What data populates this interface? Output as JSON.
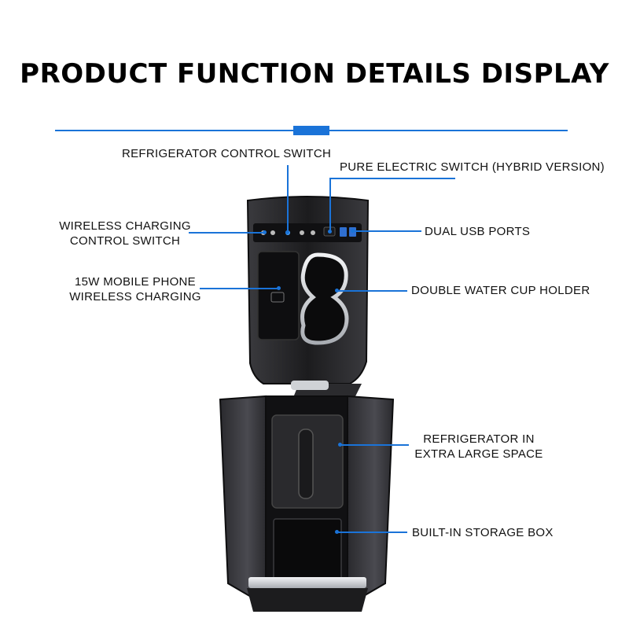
{
  "title": "PRODUCT FUNCTION DETAILS DISPLAY",
  "colors": {
    "accent": "#1a73d8",
    "body": "#1c1c1e",
    "trim": "#c9ccd1"
  },
  "labels": {
    "fridge_switch": "REFRIGERATOR CONTROL SWITCH",
    "pure_electric": "PURE ELECTRIC SWITCH (HYBRID VERSION)",
    "wireless_switch_1": "WIRELESS CHARGING",
    "wireless_switch_2": "CONTROL SWITCH",
    "usb": "DUAL USB PORTS",
    "wireless_15w_1": "15W MOBILE PHONE",
    "wireless_15w_2": "WIRELESS CHARGING",
    "cup_holder": "DOUBLE WATER CUP HOLDER",
    "fridge_space_1": "REFRIGERATOR IN",
    "fridge_space_2": "EXTRA LARGE SPACE",
    "storage_box": "BUILT-IN STORAGE BOX"
  }
}
